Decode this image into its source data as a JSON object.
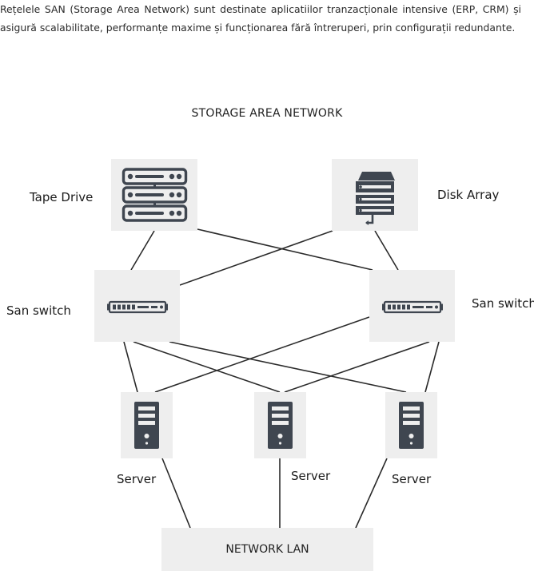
{
  "intro_text": "Rețelele SAN (Storage Area Network) sunt destinate aplicatiilor tranzacționale intensive (ERP, CRM) și asigură scalabilitate, performanțe maxime și funcționarea fără întreruperi, prin configurații redundante.",
  "diagram": {
    "title": "STORAGE AREA NETWORK",
    "tape_drive_label": "Tape Drive",
    "disk_array_label": "Disk Array",
    "san_switch_left_label": "San switch",
    "san_switch_right_label": "San switch",
    "server_left_label": "Server",
    "server_middle_label": "Server",
    "server_right_label": "Server",
    "network_lan_label": "NETWORK LAN"
  },
  "colors": {
    "node_background": "#eeeeee",
    "icon": "#3f4650",
    "line": "#2b2b2b"
  }
}
